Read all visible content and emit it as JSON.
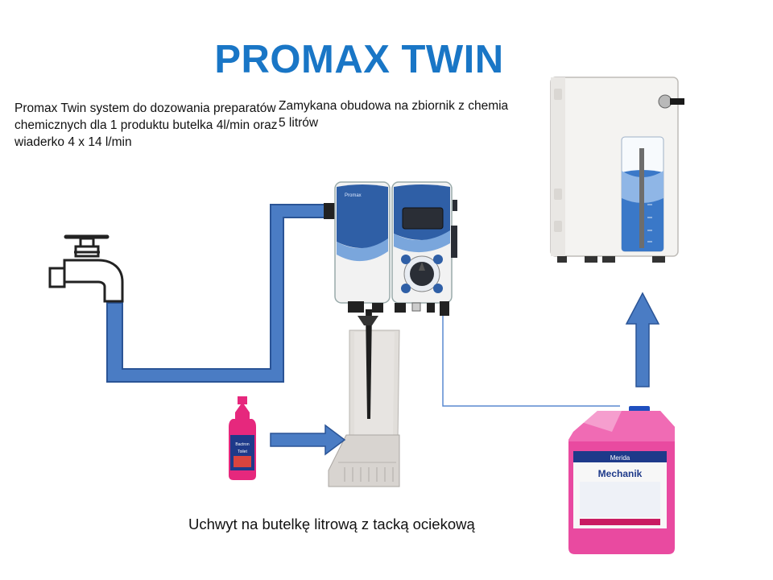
{
  "title": "PROMAX TWIN",
  "description_left": "Promax Twin system do dozowania preparatów chemicznych dla 1 produktu butelka 4l/min oraz wiaderko 4 x 14 l/min",
  "description_right": {
    "line1": "Zamykana obudowa na zbiornik z chemia",
    "line2": "5 litrów"
  },
  "caption_bottom": "Uchwyt na butelkę litrową z tacką ociekową",
  "bottle_label": {
    "brand": "Bactron",
    "name": "Toilet"
  },
  "canister_label": {
    "brand": "Merida",
    "name": "Mechanik"
  },
  "colors": {
    "title": "#1976c6",
    "pipe": "#4a7cc4",
    "pipe_outline": "#2a5496",
    "pink_liquid": "#e6287d"
  }
}
